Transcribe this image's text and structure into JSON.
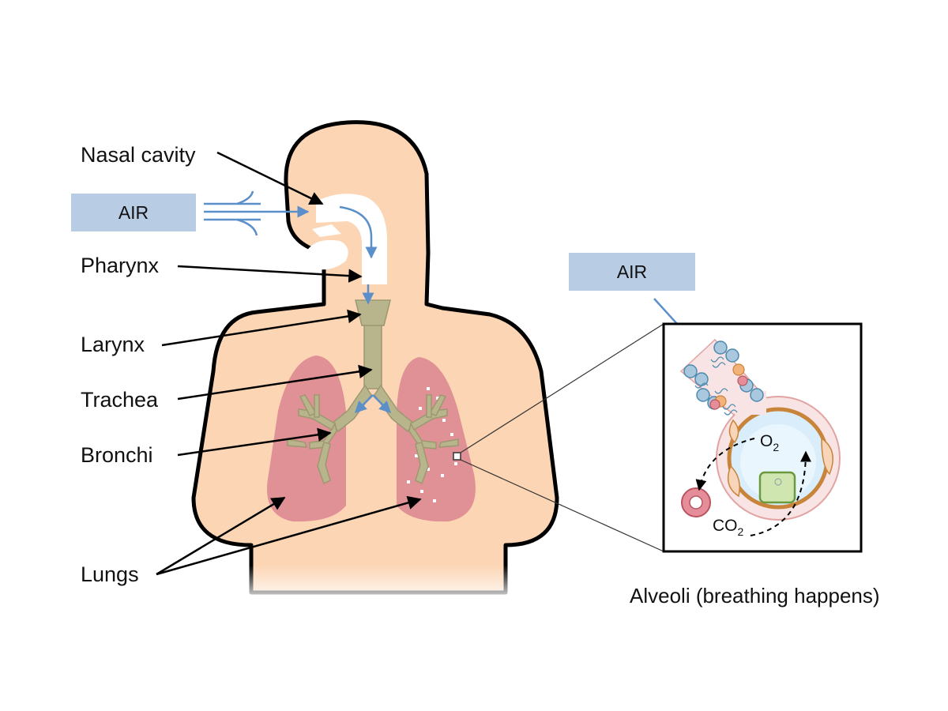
{
  "labels": {
    "nasal_cavity": "Nasal cavity",
    "pharynx": "Pharynx",
    "larynx": "Larynx",
    "trachea": "Trachea",
    "bronchi": "Bronchi",
    "lungs": "Lungs"
  },
  "air_left": "AIR",
  "air_right": "AIR",
  "inset": {
    "o2": "O",
    "co2": "CO",
    "subscript": "2",
    "caption": "Alveoli (breathing happens)"
  },
  "colors": {
    "skin": "#fcd5b4",
    "lung": "#d9858f",
    "airway": "#b8b58c",
    "air_box": "#b8cce4",
    "air_arrow": "#5b8fc9",
    "outline": "#000000"
  }
}
